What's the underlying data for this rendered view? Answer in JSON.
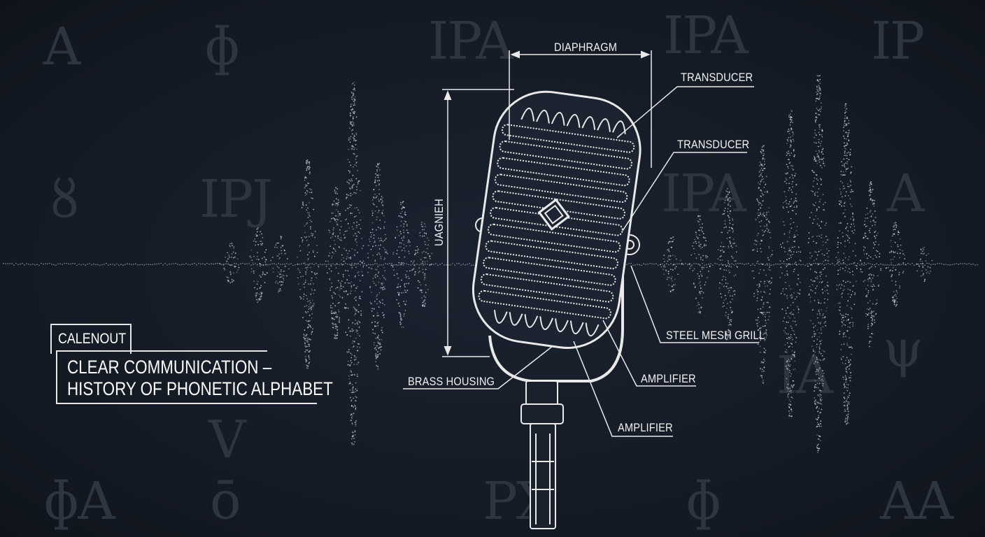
{
  "background_glyphs": [
    "A",
    "ɸ",
    "IPA",
    "IPA",
    "IP",
    "ȣ",
    "IPJ",
    "IPA",
    "A",
    "V",
    "IA",
    "ψ",
    "ɸA",
    "ō",
    "PX",
    "ɸ",
    "AA"
  ],
  "callout": {
    "tag": "CALENOUT",
    "title_line1": "CLEAR COMMUNICATION –",
    "title_line2": "HISTORY OF PHONETIC ALPHABET"
  },
  "labels": {
    "diaphragm": "DIAPHRAGM",
    "transducer_1": "TRANSDUCER",
    "transducer_2": "TRANSDUCER",
    "height_dimension": "UAGNIEH",
    "steel_mesh_grill": "STEEL MESH GRILL",
    "amplifier_1": "AMPLIFIER",
    "amplifier_2": "AMPLIFIER",
    "brass_housing": "BRASS HOUSING"
  },
  "colors": {
    "background": "#151c27",
    "line": "#f2f2f2",
    "glyph": "#2e3541"
  }
}
